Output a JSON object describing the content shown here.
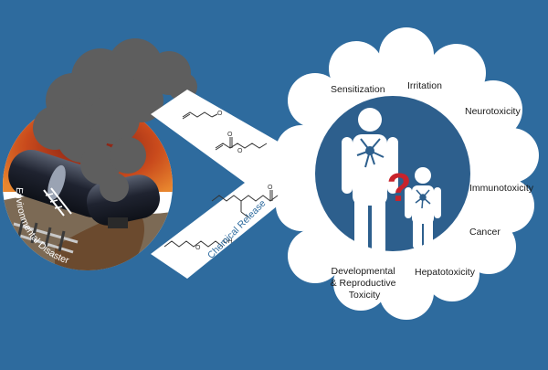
{
  "colors": {
    "background": "#2e6b9e",
    "white": "#ffffff",
    "dark_blue": "#2d5f8d",
    "question_mark": "#c8232c",
    "smoke": "#5e5e5e",
    "fire": "#e8762b",
    "ground": "#6b4a2e"
  },
  "diagram": {
    "left_label": "Environmental Disaster",
    "arrow_label": "Chemical Release",
    "center_symbol": "?"
  },
  "effects": [
    {
      "label": "Sensitization"
    },
    {
      "label": "Irritation"
    },
    {
      "label": "Neurotoxicity"
    },
    {
      "label": "Immunotoxicity"
    },
    {
      "label": "Cancer"
    },
    {
      "label": "Hepatotoxicity"
    },
    {
      "label_lines": [
        "Developmental",
        "& Reproductive",
        "Toxicity"
      ]
    }
  ]
}
